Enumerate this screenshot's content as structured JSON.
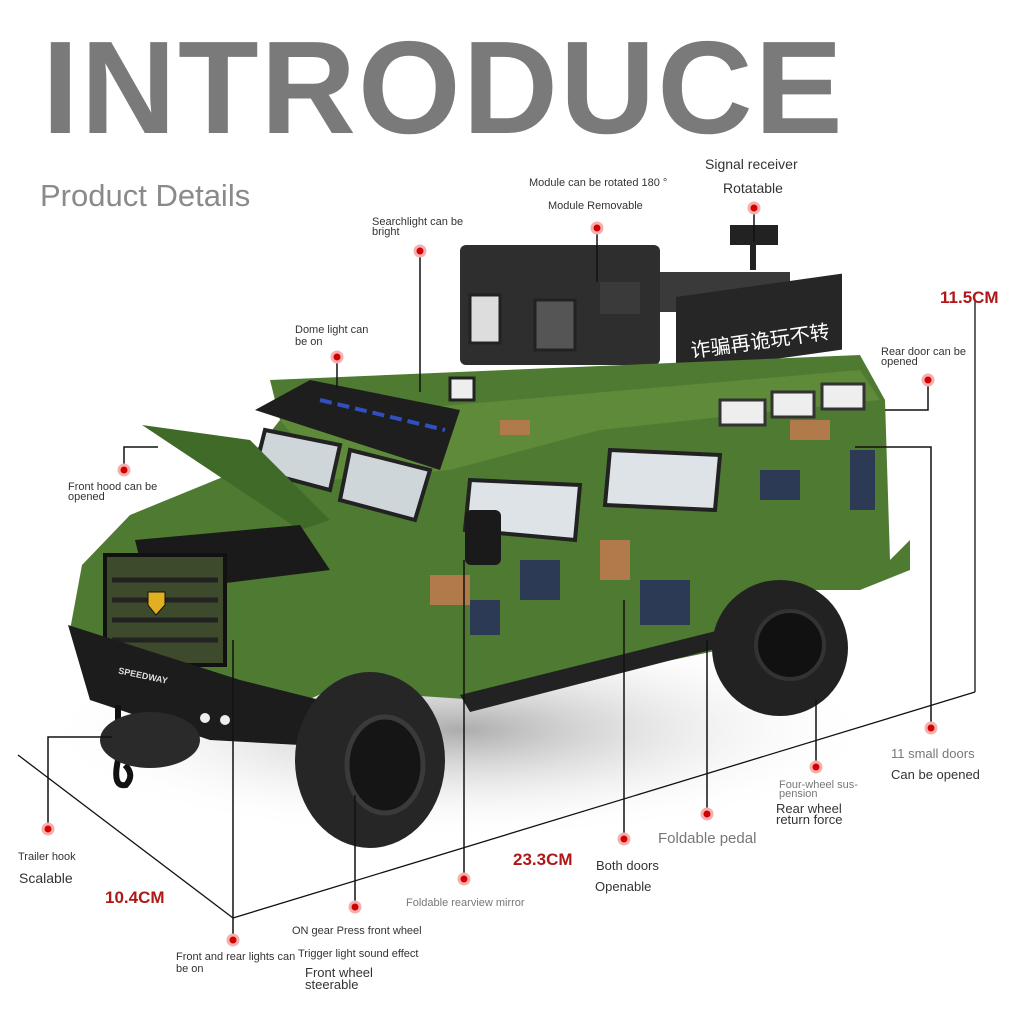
{
  "header": {
    "title": "INTRODUCE",
    "subtitle": "Product Details"
  },
  "accent_color": "#d40000",
  "dimension_color": "#b01818",
  "roof_sign_text": "诈骗再诡玩不转",
  "bumper_badge_text": "SPEEDWAY",
  "dimensions": {
    "height": "11.5CM",
    "length": "23.3CM",
    "width": "10.4CM"
  },
  "callouts": {
    "signal": {
      "line1": "Signal receiver",
      "line2": "Rotatable"
    },
    "module": {
      "line1": "Module can be rotated 180 °",
      "line2": "Module Removable"
    },
    "searchlight": {
      "line1": "Searchlight can be",
      "line2": "bright"
    },
    "dome_light": {
      "line1": "Dome light can",
      "line2": "be on"
    },
    "front_hood": {
      "line1": "Front hood can be",
      "line2": "opened"
    },
    "rear_door": {
      "line1": "Rear door can be",
      "line2": "opened"
    },
    "small_doors": {
      "line1": "11 small doors",
      "line2": "Can be opened"
    },
    "suspension": {
      "line1": "Four-wheel sus-",
      "line2": "pension",
      "line3": "Rear wheel",
      "line4": "return force"
    },
    "pedal": {
      "line1": "Foldable pedal"
    },
    "doors": {
      "line1": "Both doors",
      "line2": "Openable"
    },
    "mirror": {
      "line1": "Foldable rearview mirror"
    },
    "front_wheel": {
      "line1": "ON gear Press front wheel",
      "line2": "Trigger light sound effect",
      "line3": "Front wheel",
      "line4": "steerable"
    },
    "lights": {
      "line1": "Front and rear lights can",
      "line2": "be on"
    },
    "trailer": {
      "line1": "Trailer hook",
      "line2": "Scalable"
    }
  }
}
